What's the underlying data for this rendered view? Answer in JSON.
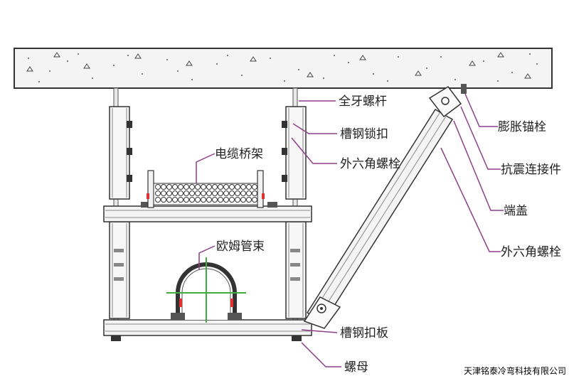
{
  "labels": {
    "full_thread_rod": "全牙螺杆",
    "channel_lock": "槽钢锁扣",
    "hex_bolt_left": "外六角螺栓",
    "cable_tray": "电缆桥架",
    "omega_clamp": "欧姆管束",
    "channel_plate": "槽钢扣板",
    "nut": "螺母",
    "expansion_anchor": "膨胀锚栓",
    "seismic_connector": "抗震连接件",
    "end_cap": "端盖",
    "hex_bolt_right": "外六角螺栓"
  },
  "watermark": "天津铭泰冷弯科技有限公司",
  "colors": {
    "leader": "#8e3f8a",
    "crosshair": "#3fae3f",
    "outline": "#333333",
    "concrete": "#f2f2f2",
    "accent_red": "#e03030"
  }
}
